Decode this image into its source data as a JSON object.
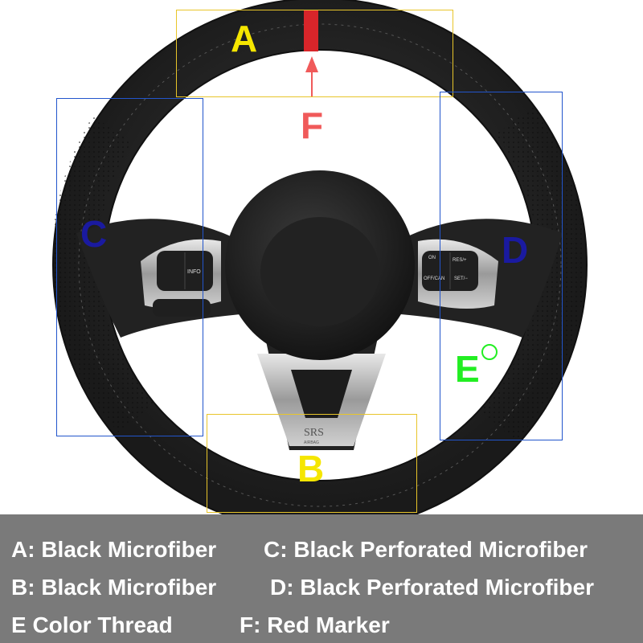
{
  "callouts": {
    "a": {
      "letter": "A",
      "color": "#f5e600",
      "box_color": "#e8c52a"
    },
    "b": {
      "letter": "B",
      "color": "#f5e600",
      "box_color": "#e8c52a"
    },
    "c": {
      "letter": "C",
      "color": "#1a1aa0",
      "box_color": "#2255cc"
    },
    "d": {
      "letter": "D",
      "color": "#1a1aa0",
      "box_color": "#2255cc"
    },
    "e": {
      "letter": "E",
      "color": "#22ee22"
    },
    "f": {
      "letter": "F",
      "color": "#f05a5a"
    }
  },
  "wheel": {
    "buttons": {
      "info": "INFO",
      "on": "ON",
      "res": "RES/+",
      "off_can": "OFF/CAN",
      "set": "SET/−",
      "srs": "SRS",
      "airbag": "AIRBAG"
    }
  },
  "legend": {
    "a": "A: Black Microfiber",
    "c": "C: Black Perforated Microfiber",
    "b": "B: Black Microfiber",
    "d": "D: Black Perforated Microfiber",
    "e": "E  Color Thread",
    "f": "F: Red Marker"
  }
}
